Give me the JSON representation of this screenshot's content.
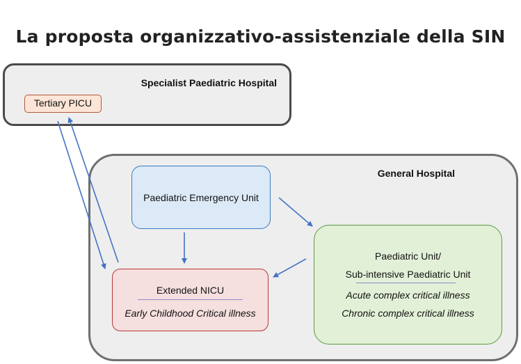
{
  "title": "La proposta organizzativo-assistenziale della SIN",
  "specialist_hospital": {
    "label": "Specialist Paediatric Hospital",
    "units": {
      "tertiary_picu": "Tertiary PICU"
    }
  },
  "general_hospital": {
    "label": "General Hospital",
    "units": {
      "emergency": "Paediatric Emergency Unit",
      "nicu_title": "Extended NICU",
      "nicu_subtitle": "Early Childhood Critical illness",
      "pu_title_1": "Paediatric Unit/",
      "pu_title_2": "Sub-intensive Paediatric Unit",
      "pu_line_acute": "Acute complex critical illness",
      "pu_line_chronic": "Chronic complex critical illness"
    }
  },
  "colors": {
    "arrow": "#4472c4",
    "emergency_fill": "#dce9f6",
    "nicu_fill": "#f6dfdf",
    "pu_fill": "#e2f0d7",
    "picu_fill": "#fce5d6"
  }
}
